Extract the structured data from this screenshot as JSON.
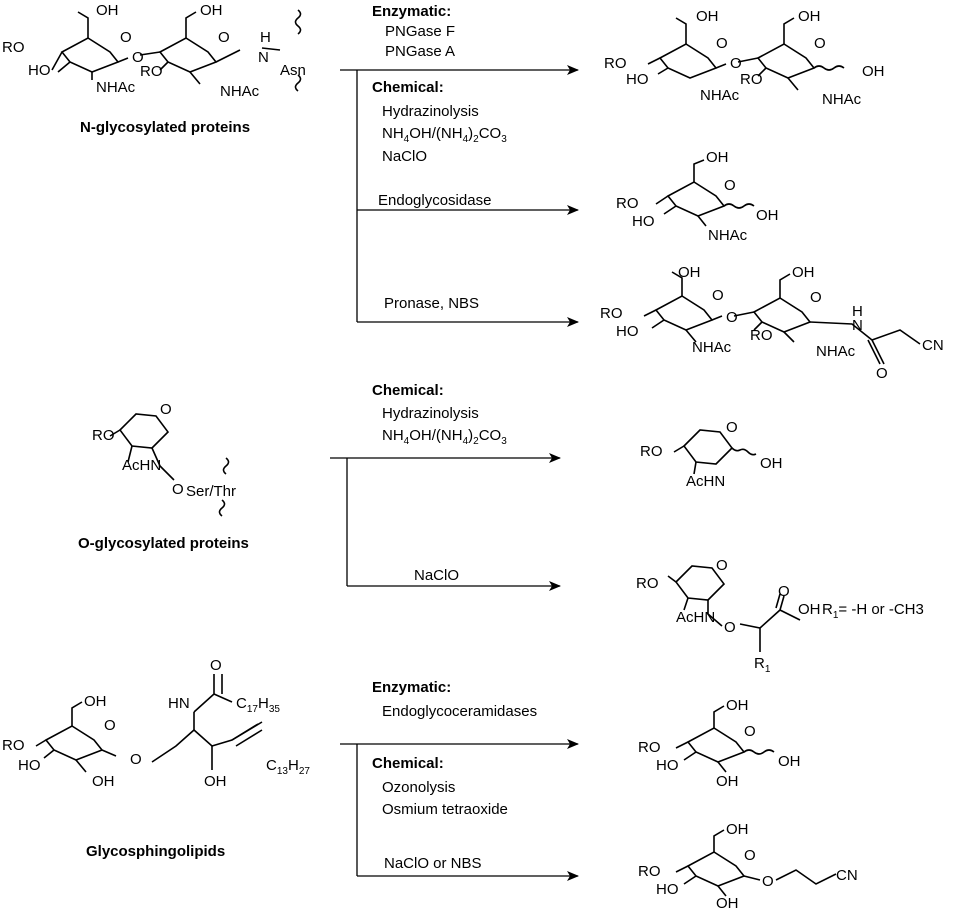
{
  "sections": {
    "n_glycan": {
      "caption": "N-glycosylated proteins",
      "enzymatic_header": "Enzymatic:",
      "enzymatic_items": [
        "PNGase F",
        "PNGase A"
      ],
      "chemical_header": "Chemical:",
      "chemical_items": [
        "Hydrazinolysis",
        "NH4OH/(NH4)2CO3",
        "NaClO"
      ],
      "branch2": "Endoglycosidase",
      "branch3": "Pronase, NBS"
    },
    "o_glycan": {
      "caption": "O-glycosylated proteins",
      "chemical_header": "Chemical:",
      "chemical_items": [
        "Hydrazinolysis",
        "NH4OH/(NH4)2CO3"
      ],
      "branch2": "NaClO",
      "r1_note": "R1= -H or -CH3"
    },
    "glycosphingolipid": {
      "caption": "Glycosphingolipids",
      "enzymatic_header": "Enzymatic:",
      "enzymatic_items": [
        "Endoglycoceramidases"
      ],
      "chemical_header": "Chemical:",
      "chemical_items": [
        "Ozonolysis",
        "Osmium tetraoxide"
      ],
      "branch2": "NaClO or NBS"
    }
  },
  "atoms": {
    "OH": "OH",
    "RO": "RO",
    "HO": "HO",
    "O": "O",
    "NHAc": "NHAc",
    "AcHN": "AcHN",
    "H": "H",
    "N": "N",
    "HN": "HN",
    "Asn": "Asn",
    "Ser_Thr": "Ser/Thr",
    "CN": "CN",
    "R1": "R1",
    "C17H35": "C17H35",
    "C13H27": "C13H27"
  }
}
